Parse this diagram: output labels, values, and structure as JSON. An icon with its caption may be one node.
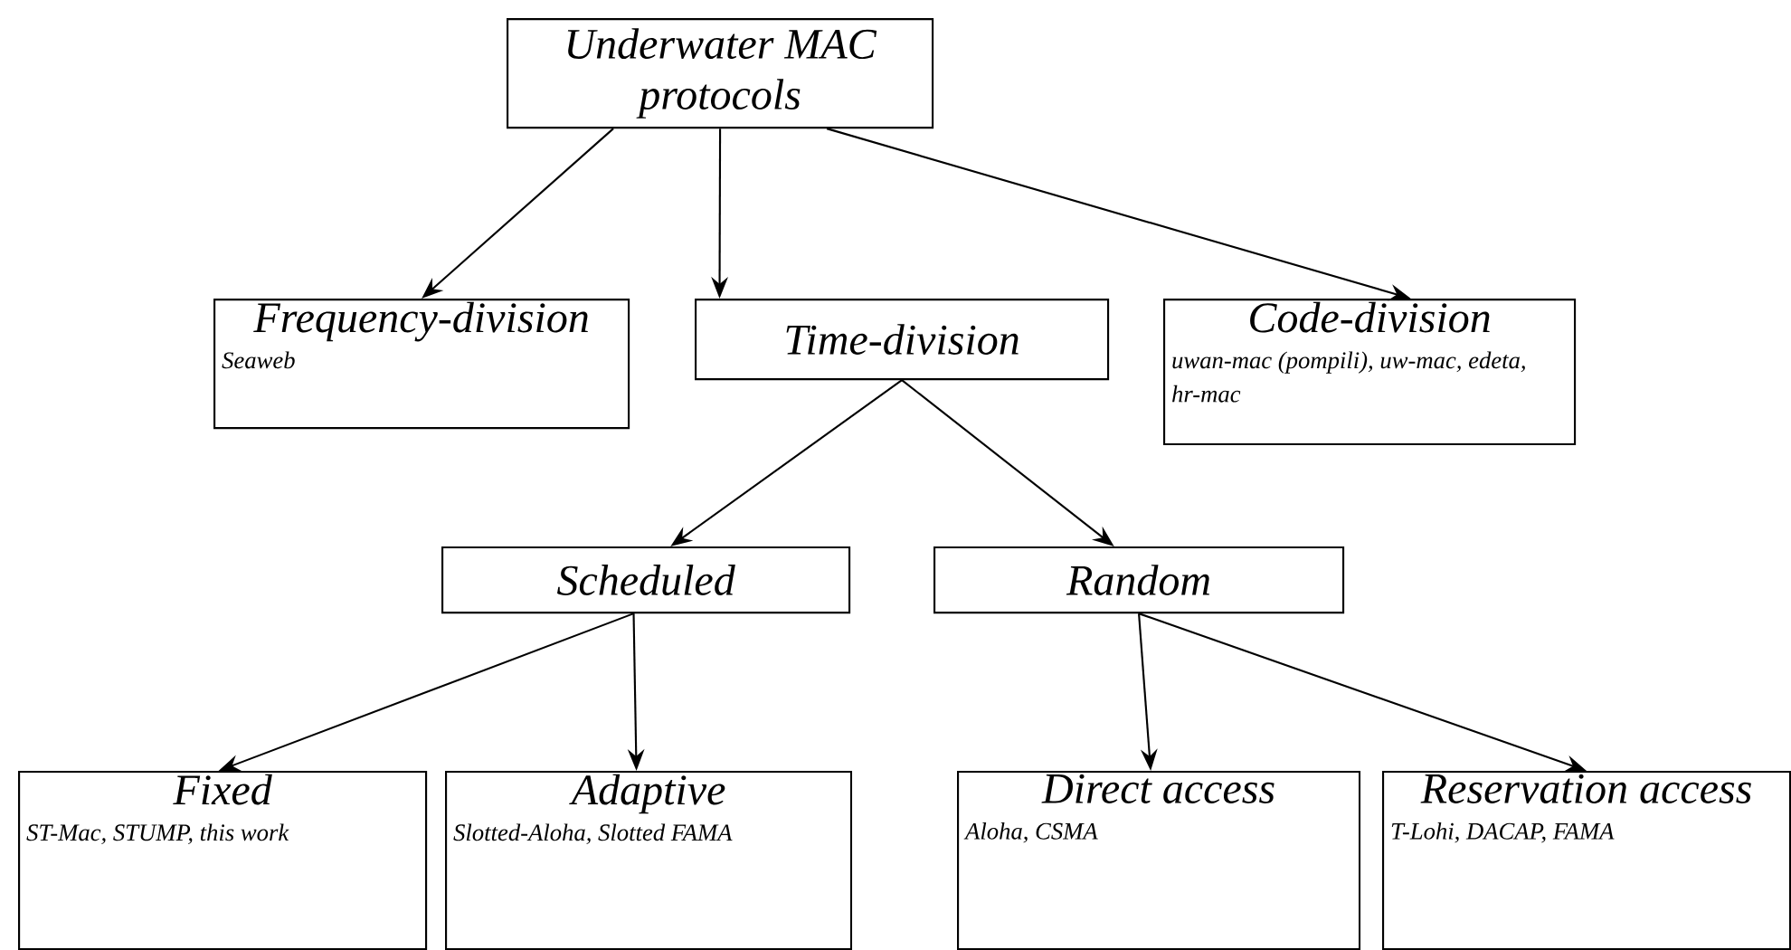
{
  "diagram": {
    "nodes": [
      {
        "text": [
          "Underwater MAC protocols"
        ]
      },
      {
        "text": [
          "Frequency-division",
          "Seaweb"
        ]
      },
      {
        "text": [
          "Time-division"
        ]
      },
      {
        "text": [
          "Code-division",
          "uwan-mac (pompili), uw-mac, edeta, hr-mac"
        ]
      },
      {
        "text": [
          "Scheduled"
        ]
      },
      {
        "text": [
          "Random"
        ]
      },
      {
        "text": [
          "Fixed",
          "ST-Mac, STUMP, this work"
        ]
      },
      {
        "text": [
          "Adaptive",
          "Slotted-Aloha, Slotted FAMA"
        ]
      },
      {
        "text": [
          "Direct access",
          "Aloha, CSMA"
        ]
      },
      {
        "text": [
          "Reservation access",
          "T-Lohi, DACAP, FAMA"
        ]
      }
    ],
    "edges": [
      {
        "from": 0,
        "to": 1,
        "arrow": "to"
      },
      {
        "from": 0,
        "to": 2,
        "arrow": "to"
      },
      {
        "from": 0,
        "to": 3,
        "arrow": "to"
      },
      {
        "from": 2,
        "to": 4,
        "arrow": "to"
      },
      {
        "from": 2,
        "to": 5,
        "arrow": "to"
      },
      {
        "from": 4,
        "to": 6,
        "arrow": "to"
      },
      {
        "from": 4,
        "to": 7,
        "arrow": "to"
      },
      {
        "from": 5,
        "to": 8,
        "arrow": "to"
      },
      {
        "from": 5,
        "to": 9,
        "arrow": "to"
      }
    ]
  }
}
